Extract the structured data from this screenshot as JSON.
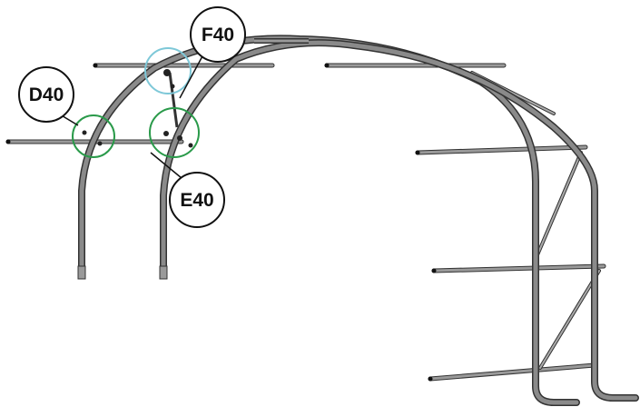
{
  "labels": {
    "d40": "D40",
    "e40": "E40",
    "f40": "F40"
  },
  "colors": {
    "tube": "#808080",
    "tube_edge": "#333333",
    "highlight_green": "#2a9a4a",
    "highlight_blue": "#7ec8d8",
    "label_outline": "#111111"
  }
}
